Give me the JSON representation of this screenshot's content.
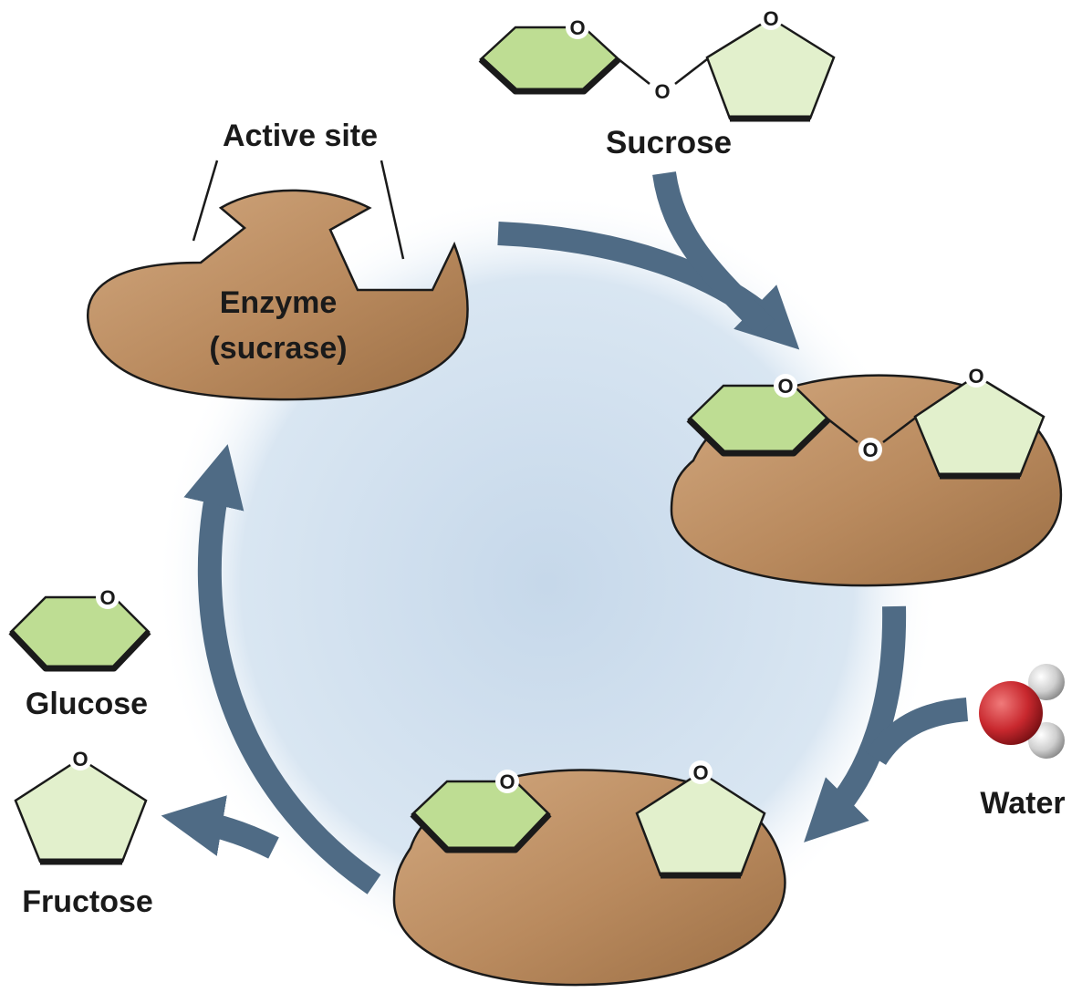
{
  "labels": {
    "active_site": "Active site",
    "sucrose": "Sucrose",
    "enzyme_line1": "Enzyme",
    "enzyme_line2": "(sucrase)",
    "glucose": "Glucose",
    "fructose": "Fructose",
    "water": "Water"
  },
  "atom_label": "O",
  "colors": {
    "enzyme": "#b8895e",
    "glucose_fill": "#bedd93",
    "fructose_fill": "#e2f0cc",
    "arrow": "#4f6b85",
    "background_glow": "#d4e3f0",
    "oxygen_atom": "#c8282e",
    "hydrogen_atom": "#cfcfcf"
  }
}
